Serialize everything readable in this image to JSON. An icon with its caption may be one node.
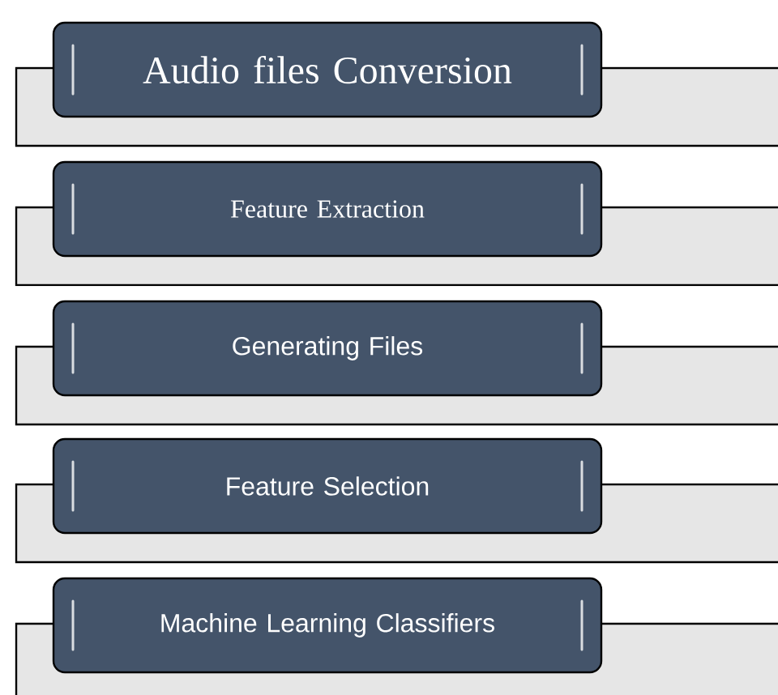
{
  "diagram": {
    "nodes": [
      {
        "text": [
          "Audio files Conversion"
        ]
      },
      {
        "text": [
          "Feature Extraction"
        ]
      },
      {
        "text": [
          "Generating Files"
        ]
      },
      {
        "text": [
          "Feature Selection"
        ]
      },
      {
        "text": [
          "Machine Learning Classifiers"
        ]
      }
    ]
  }
}
